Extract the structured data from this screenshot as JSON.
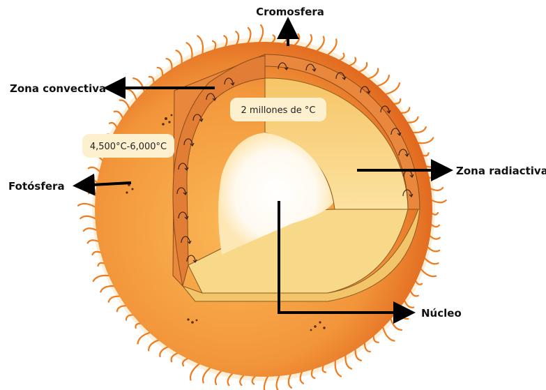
{
  "labels": {
    "cromosfera": "Cromosfera",
    "zona_convectiva": "Zona convectiva",
    "fotosfera": "Fotósfera",
    "zona_radiactiva": "Zona radiactiva",
    "nucleo": "Núcleo"
  },
  "temperatures": {
    "surface": "4,500°C-6,000°C",
    "interior": "2 millones de °C"
  },
  "colors": {
    "corona": "#f07a1c",
    "photosphere": "#f39a3a",
    "convective": "#e8873e",
    "radiative": "#f5c25e",
    "core": "#ffffff",
    "label_box": "#fdf0cf",
    "arrow": "#000000"
  }
}
